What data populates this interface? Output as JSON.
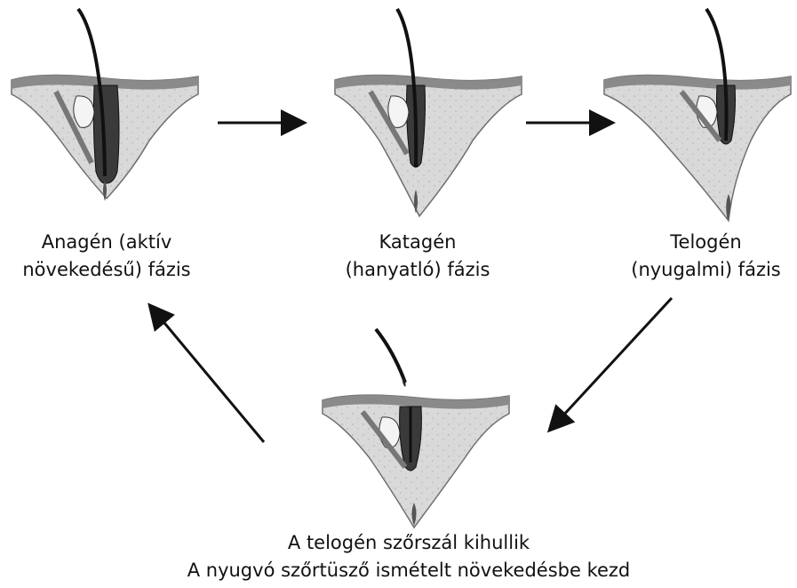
{
  "phases": {
    "anagen": {
      "line1": "Anagén (aktív",
      "line2": "növekedésű) fázis"
    },
    "catagen": {
      "line1": "Katagén",
      "line2": "(hanyatló) fázis"
    },
    "telogen": {
      "line1": "Telogén",
      "line2": "(nyugalmi) fázis"
    },
    "shedding": {
      "line1": "A telogén szőrszál kihullik",
      "line2": "A nyugvó szőrtüsző ismételt növekedésbe kezd"
    }
  },
  "colors": {
    "ink": "#111111",
    "skin": "#d6d6d6",
    "follicle": "#2b2b2b",
    "skin_edge": "#6e6e6e"
  }
}
